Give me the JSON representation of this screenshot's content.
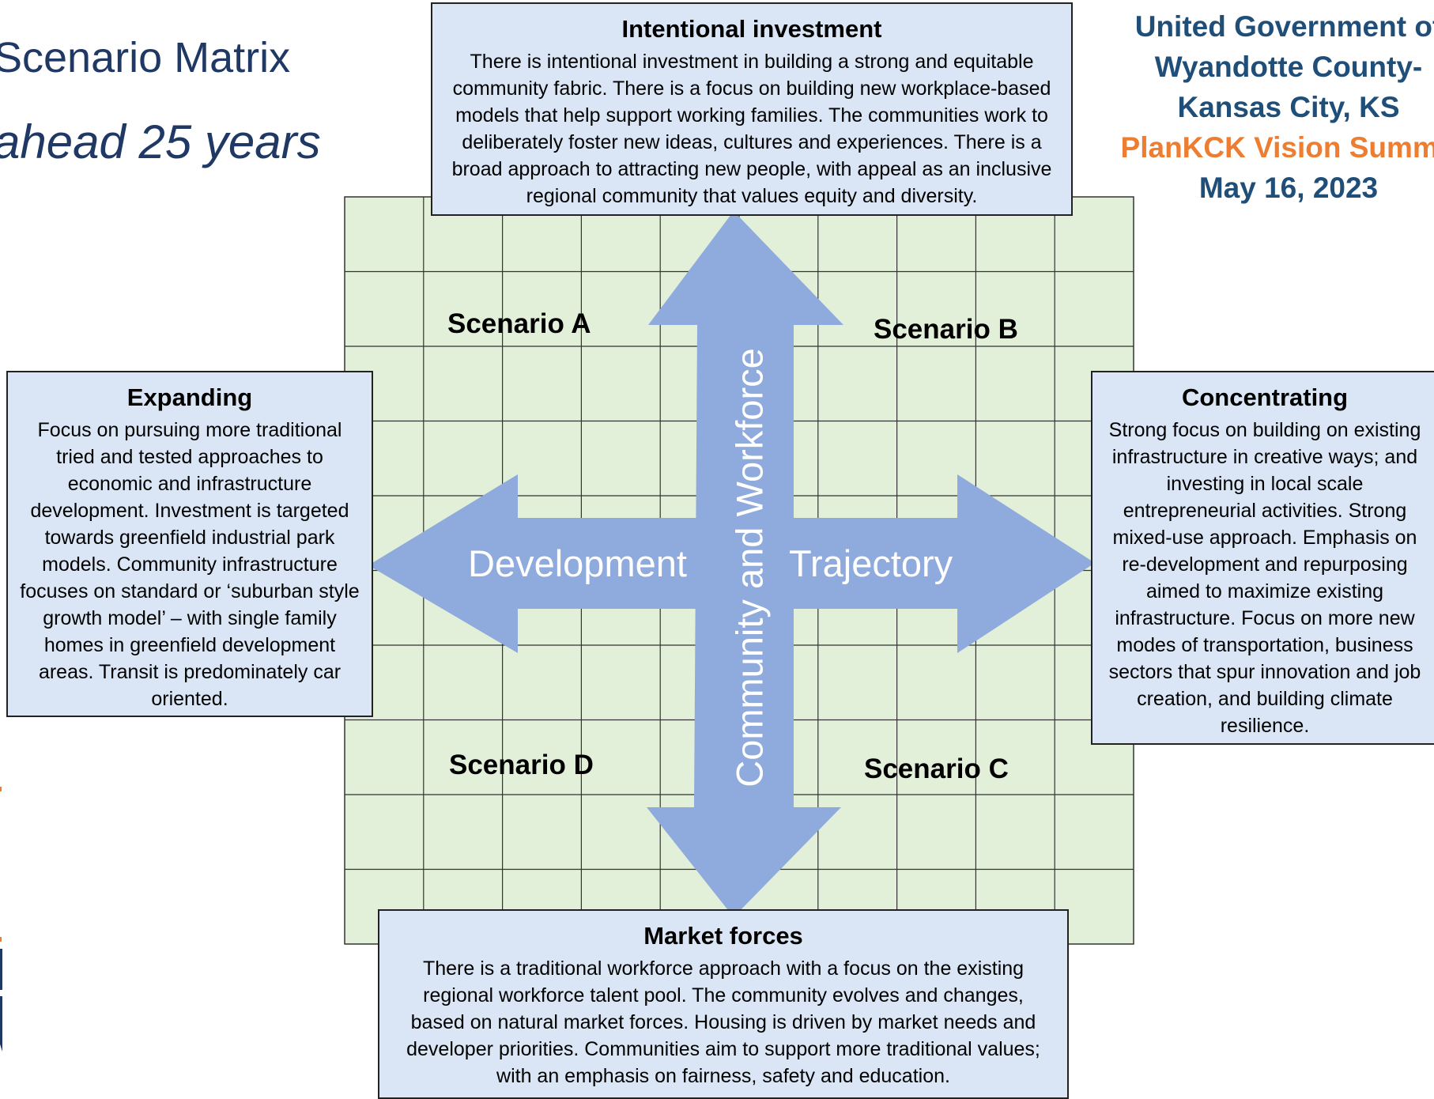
{
  "header": {
    "title": "Scenario Matrix",
    "subtitle": "ahead 25 years"
  },
  "organization": {
    "line1": "United Government of",
    "line2": "Wyandotte County-",
    "line3": "Kansas City, KS",
    "event": "PlanKCK Vision Summit",
    "date": "May 16, 2023"
  },
  "colors": {
    "grid_fill": "#e2efd9",
    "arrow_fill": "#8faadc",
    "box_fill": "#dae6f5",
    "title_color": "#1f3864",
    "org_color": "#1f4e79",
    "event_color": "#ed7d31"
  },
  "axes": {
    "horizontal_left": "Development",
    "horizontal_right": "Trajectory",
    "vertical": "Community  and  Workforce"
  },
  "scenarios": {
    "a": "Scenario A",
    "b": "Scenario B",
    "c": "Scenario C",
    "d": "Scenario D"
  },
  "boxes": {
    "top": {
      "title": "Intentional investment",
      "body": "There is intentional investment in building a strong and equitable community fabric. There is a focus on building new workplace-based models that help support working families. The communities work to deliberately foster new ideas, cultures and experiences. There is a broad approach to attracting new people, with appeal as an inclusive regional community that values equity and diversity."
    },
    "left": {
      "title": "Expanding",
      "body": "Focus on pursuing more traditional tried and tested approaches to economic and infrastructure development. Investment is targeted towards greenfield industrial park models. Community infrastructure focuses on standard or ‘suburban style growth model’ – with single family homes in greenfield development areas. Transit is predominately car oriented."
    },
    "right": {
      "title": "Concentrating",
      "body": "Strong focus on building on existing infrastructure in creative ways; and investing in local scale entrepreneurial activities. Strong mixed-use approach. Emphasis on re-development and repurposing aimed to maximize existing infrastructure. Focus on more new modes of transportation, business sectors that spur innovation and job creation, and building climate resilience."
    },
    "bottom": {
      "title": "Market forces",
      "body": "There is a traditional workforce approach with a focus on the existing regional workforce talent pool. The community evolves and changes, based on natural market forces. Housing is driven by market needs and developer priorities. Communities aim to support more traditional values; with an emphasis on fairness, safety and education."
    }
  }
}
